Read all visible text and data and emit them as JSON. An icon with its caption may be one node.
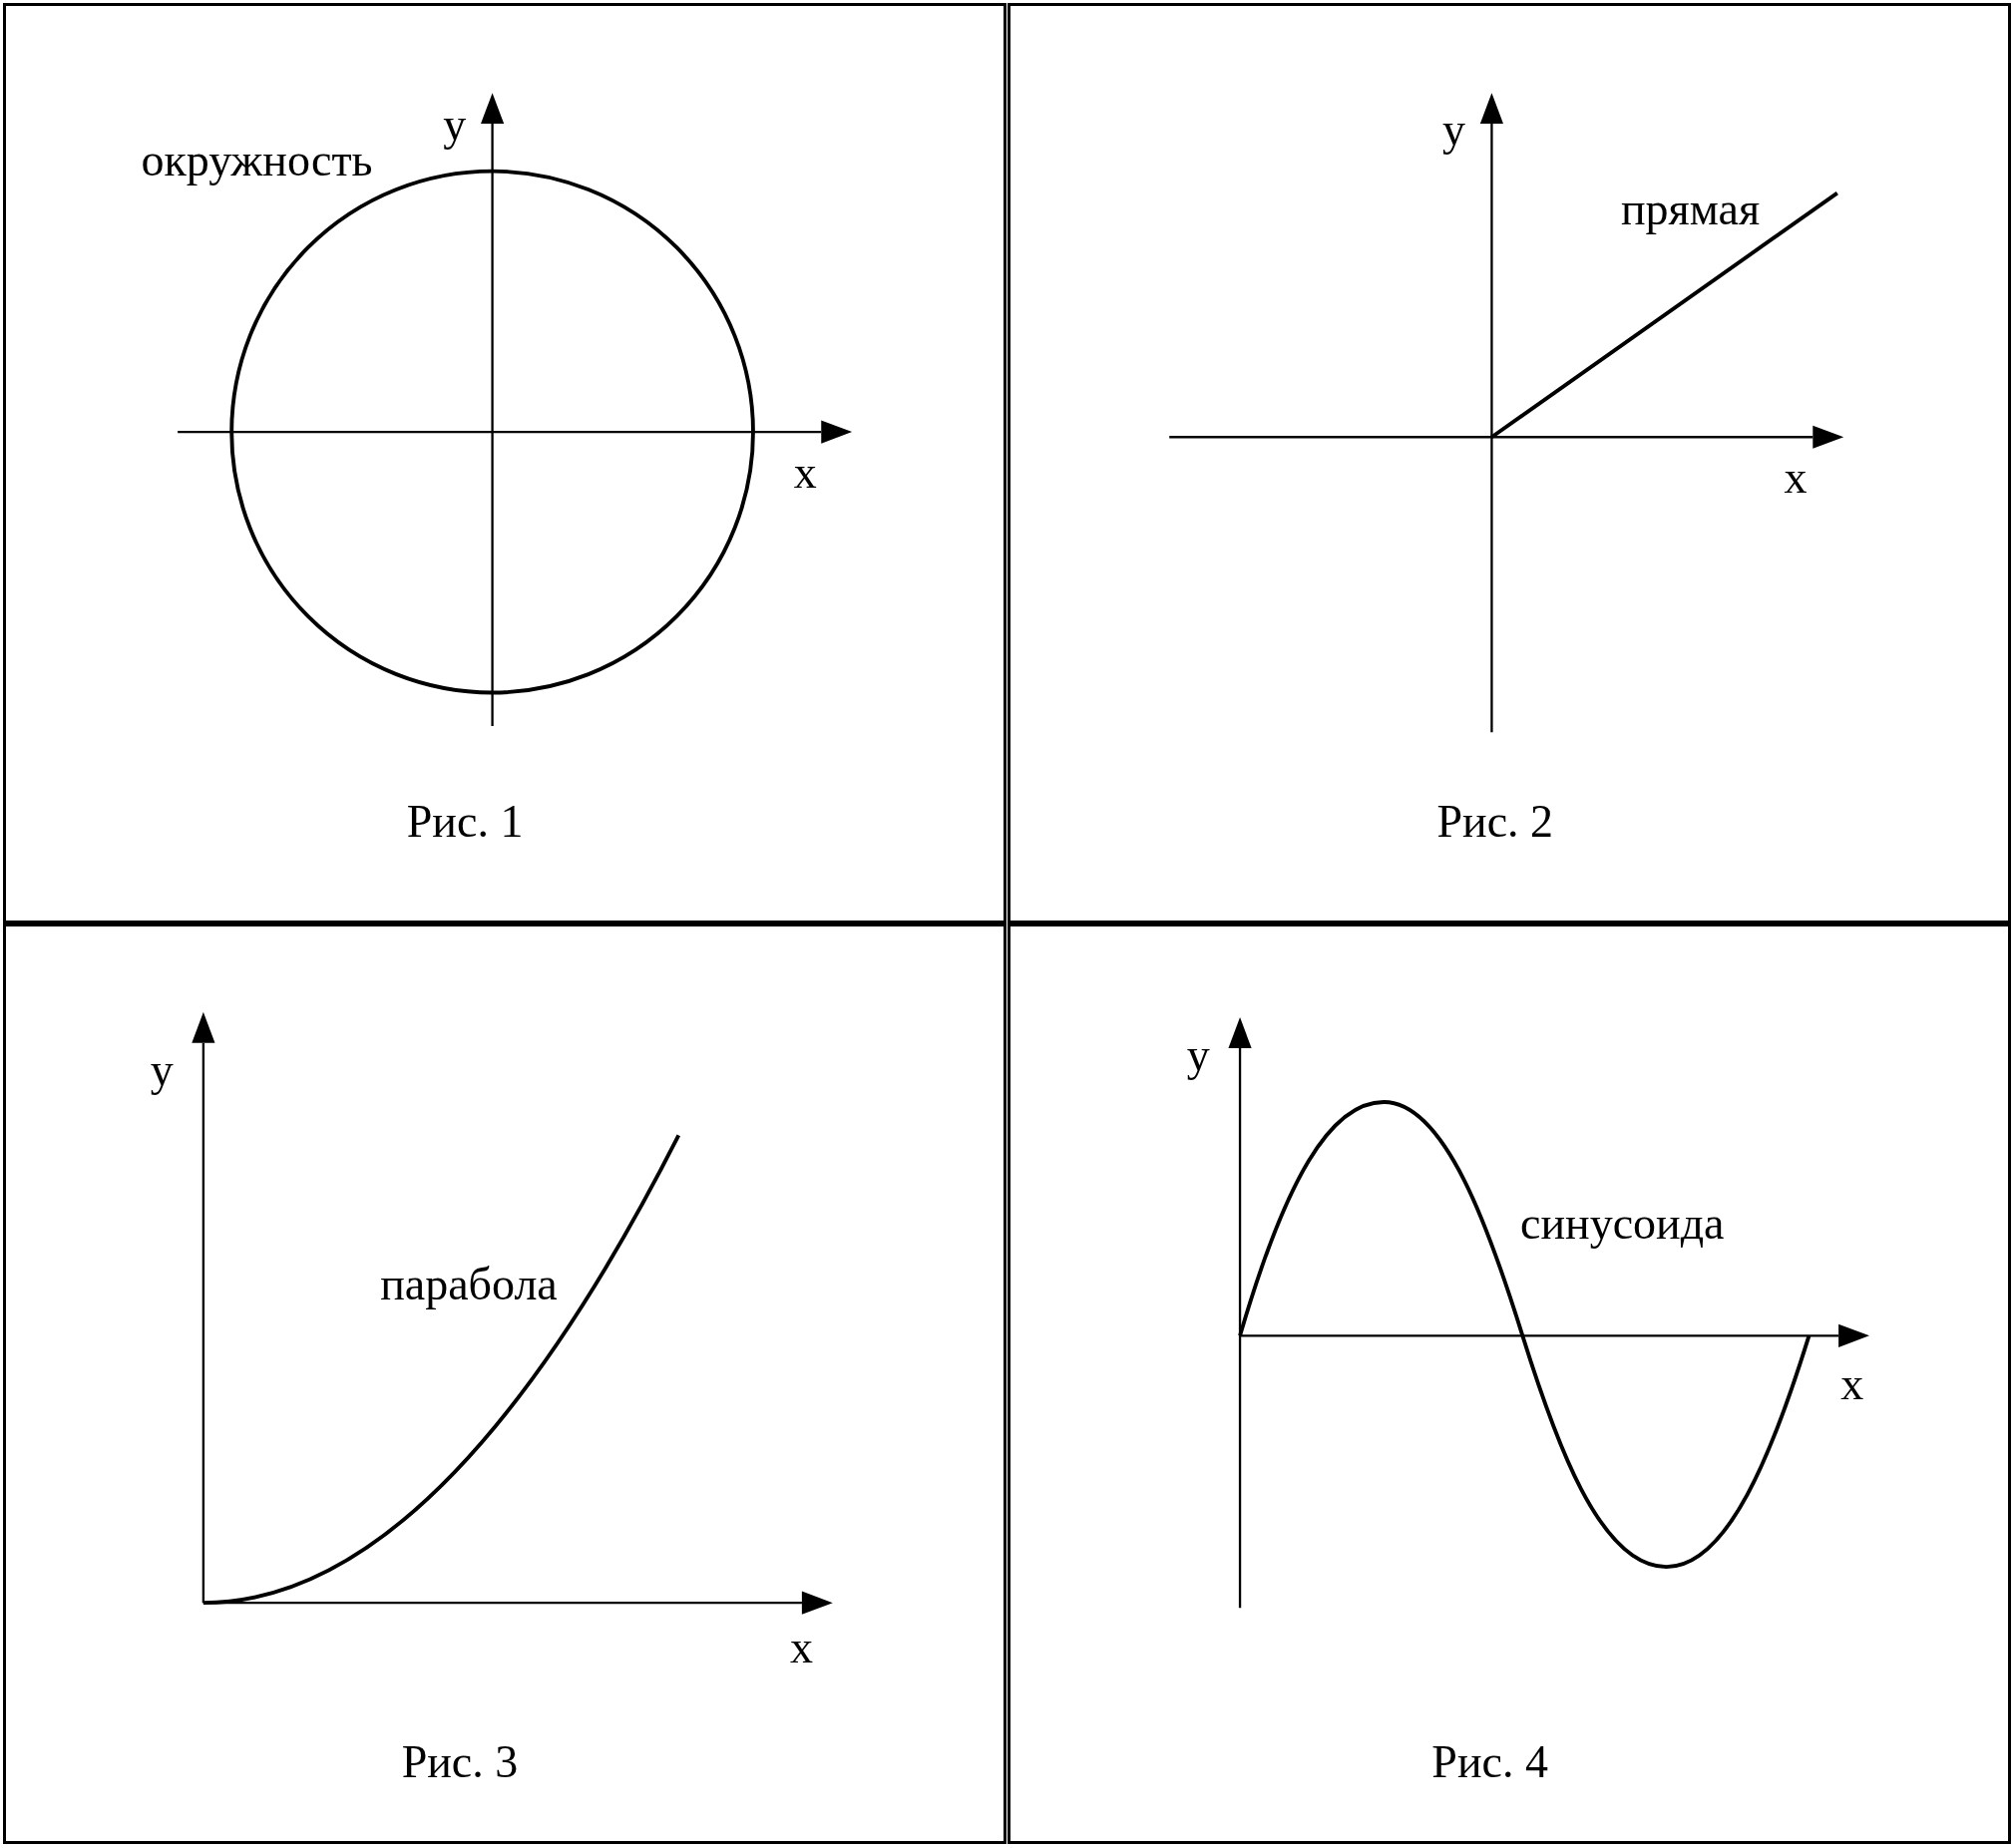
{
  "diagram": {
    "nodes": [
      {
        "text": [
          "y",
          "окружность",
          "x",
          "Рис. 1"
        ]
      },
      {
        "text": [
          "y",
          "прямая",
          "x",
          "Рис. 2"
        ]
      },
      {
        "text": [
          "y",
          "парабола",
          "x",
          "Рис. 3"
        ]
      },
      {
        "text": [
          "y",
          "синусоида",
          "x",
          "Рис. 4"
        ]
      }
    ],
    "edges": []
  }
}
